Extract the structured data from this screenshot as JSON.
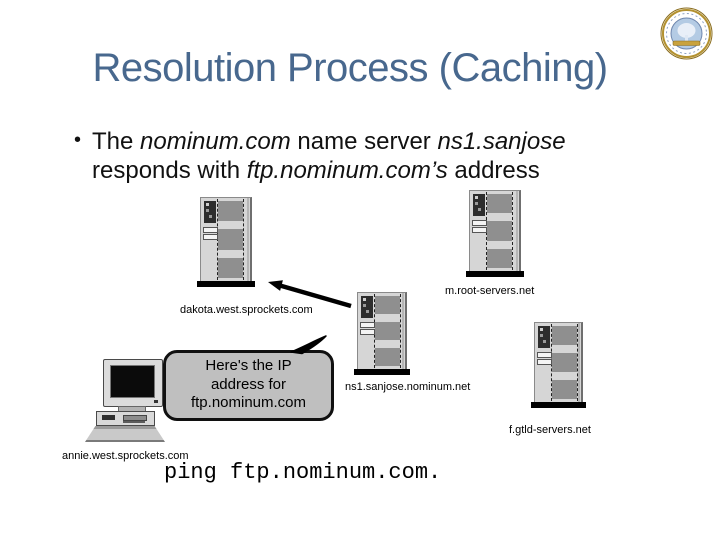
{
  "slide": {
    "title": "Resolution Process (Caching)",
    "colors": {
      "title_text": "#48688e",
      "body_text": "#111111",
      "bubble_fill": "#bfbfbf",
      "arrow": "#000000",
      "server_body": "#d6d6d6",
      "server_panel": "#8f8f8f",
      "seal_gold": "#b3912f",
      "seal_blue": "#b4cbe4"
    }
  },
  "bullet": {
    "marker": "•",
    "line1": [
      {
        "text": "The "
      },
      {
        "text": "nominum.com"
      },
      {
        "text": " name server "
      },
      {
        "text": "ns1.sanjose"
      }
    ],
    "line2": [
      {
        "text": "responds with "
      },
      {
        "text": "ftp.nominum.com’s"
      },
      {
        "text": " address"
      }
    ]
  },
  "diagram": {
    "servers": [
      {
        "id": "dakota",
        "label": "dakota.west.sprockets.com"
      },
      {
        "id": "root",
        "label": "m.root-servers.net"
      },
      {
        "id": "ns1",
        "label": "ns1.sanjose.nominum.net"
      },
      {
        "id": "gtld",
        "label": "f.gtld-servers.net"
      }
    ],
    "client": {
      "label": "annie.west.sprockets.com"
    },
    "bubble": {
      "lines": [
        "Here's the IP",
        "address for",
        "ftp.nominum.com"
      ]
    },
    "relations": [
      {
        "from": "ns1.sanjose.nominum.net",
        "to": "dakota.west.sprockets.com",
        "type": "response-arrow"
      },
      {
        "from": "speech-bubble",
        "to": "ns1.sanjose.nominum.net",
        "type": "bubble-tail"
      }
    ],
    "command": "ping ftp.nominum.com."
  },
  "logo": {
    "name": "university-seal"
  }
}
